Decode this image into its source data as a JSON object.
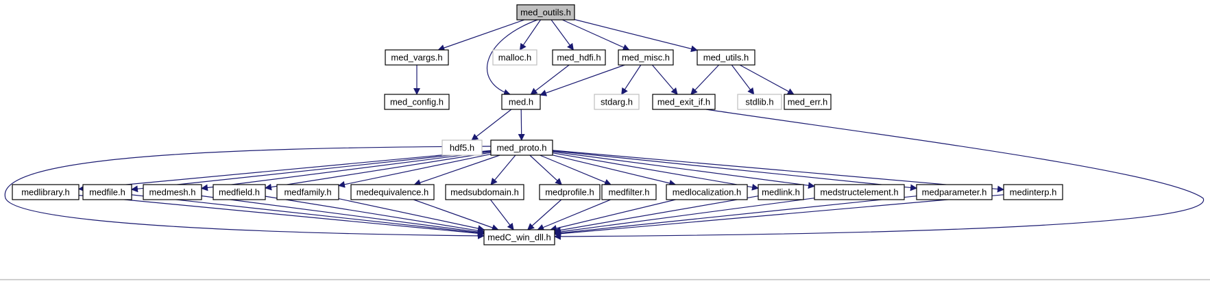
{
  "colors": {
    "edge": "#191970",
    "root_fill": "#bfbfbf",
    "node_fill": "#ffffff",
    "node_border": "#000000",
    "external_border": "#bfbfbf"
  },
  "nodes": [
    {
      "id": "med_outils",
      "label": "med_outils.h",
      "style": "root"
    },
    {
      "id": "med_vargs",
      "label": "med_vargs.h",
      "style": "normal"
    },
    {
      "id": "malloc",
      "label": "malloc.h",
      "style": "external"
    },
    {
      "id": "med_hdfi",
      "label": "med_hdfi.h",
      "style": "normal"
    },
    {
      "id": "med_misc",
      "label": "med_misc.h",
      "style": "normal"
    },
    {
      "id": "med_utils",
      "label": "med_utils.h",
      "style": "normal"
    },
    {
      "id": "med_config",
      "label": "med_config.h",
      "style": "normal"
    },
    {
      "id": "med",
      "label": "med.h",
      "style": "normal"
    },
    {
      "id": "stdarg",
      "label": "stdarg.h",
      "style": "external"
    },
    {
      "id": "med_exit_if",
      "label": "med_exit_if.h",
      "style": "normal"
    },
    {
      "id": "stdlib",
      "label": "stdlib.h",
      "style": "external"
    },
    {
      "id": "med_err",
      "label": "med_err.h",
      "style": "normal"
    },
    {
      "id": "hdf5",
      "label": "hdf5.h",
      "style": "external"
    },
    {
      "id": "med_proto",
      "label": "med_proto.h",
      "style": "normal"
    },
    {
      "id": "medlibrary",
      "label": "medlibrary.h",
      "style": "normal"
    },
    {
      "id": "medfile",
      "label": "medfile.h",
      "style": "normal"
    },
    {
      "id": "medmesh",
      "label": "medmesh.h",
      "style": "normal"
    },
    {
      "id": "medfield",
      "label": "medfield.h",
      "style": "normal"
    },
    {
      "id": "medfamily",
      "label": "medfamily.h",
      "style": "normal"
    },
    {
      "id": "medequivalence",
      "label": "medequivalence.h",
      "style": "normal"
    },
    {
      "id": "medsubdomain",
      "label": "medsubdomain.h",
      "style": "normal"
    },
    {
      "id": "medprofile",
      "label": "medprofile.h",
      "style": "normal"
    },
    {
      "id": "medfilter",
      "label": "medfilter.h",
      "style": "normal"
    },
    {
      "id": "medlocalization",
      "label": "medlocalization.h",
      "style": "normal"
    },
    {
      "id": "medlink",
      "label": "medlink.h",
      "style": "normal"
    },
    {
      "id": "medstructelement",
      "label": "medstructelement.h",
      "style": "normal"
    },
    {
      "id": "medparameter",
      "label": "medparameter.h",
      "style": "normal"
    },
    {
      "id": "medinterp",
      "label": "medinterp.h",
      "style": "normal"
    },
    {
      "id": "medC_win_dll",
      "label": "medC_win_dll.h",
      "style": "normal"
    }
  ],
  "edges": [
    {
      "from": "med_outils",
      "to": "med_vargs"
    },
    {
      "from": "med_outils",
      "to": "malloc"
    },
    {
      "from": "med_outils",
      "to": "med_hdfi"
    },
    {
      "from": "med_outils",
      "to": "med_misc"
    },
    {
      "from": "med_outils",
      "to": "med_utils"
    },
    {
      "from": "med_outils",
      "to": "med"
    },
    {
      "from": "med_vargs",
      "to": "med_config"
    },
    {
      "from": "med_hdfi",
      "to": "med"
    },
    {
      "from": "med_misc",
      "to": "med"
    },
    {
      "from": "med_misc",
      "to": "stdarg"
    },
    {
      "from": "med_misc",
      "to": "med_exit_if"
    },
    {
      "from": "med_utils",
      "to": "med_exit_if"
    },
    {
      "from": "med_utils",
      "to": "stdlib"
    },
    {
      "from": "med_utils",
      "to": "med_err"
    },
    {
      "from": "med_exit_if",
      "to": "medC_win_dll"
    },
    {
      "from": "med",
      "to": "hdf5"
    },
    {
      "from": "med",
      "to": "med_proto"
    },
    {
      "from": "med_proto",
      "to": "medlibrary"
    },
    {
      "from": "med_proto",
      "to": "medfile"
    },
    {
      "from": "med_proto",
      "to": "medmesh"
    },
    {
      "from": "med_proto",
      "to": "medfield"
    },
    {
      "from": "med_proto",
      "to": "medfamily"
    },
    {
      "from": "med_proto",
      "to": "medequivalence"
    },
    {
      "from": "med_proto",
      "to": "medsubdomain"
    },
    {
      "from": "med_proto",
      "to": "medprofile"
    },
    {
      "from": "med_proto",
      "to": "medfilter"
    },
    {
      "from": "med_proto",
      "to": "medlocalization"
    },
    {
      "from": "med_proto",
      "to": "medlink"
    },
    {
      "from": "med_proto",
      "to": "medstructelement"
    },
    {
      "from": "med_proto",
      "to": "medparameter"
    },
    {
      "from": "med_proto",
      "to": "medinterp"
    },
    {
      "from": "med_proto",
      "to": "medC_win_dll"
    },
    {
      "from": "medlibrary",
      "to": "medC_win_dll"
    },
    {
      "from": "medfile",
      "to": "medC_win_dll"
    },
    {
      "from": "medmesh",
      "to": "medC_win_dll"
    },
    {
      "from": "medfield",
      "to": "medC_win_dll"
    },
    {
      "from": "medfamily",
      "to": "medC_win_dll"
    },
    {
      "from": "medequivalence",
      "to": "medC_win_dll"
    },
    {
      "from": "medsubdomain",
      "to": "medC_win_dll"
    },
    {
      "from": "medprofile",
      "to": "medC_win_dll"
    },
    {
      "from": "medfilter",
      "to": "medC_win_dll"
    },
    {
      "from": "medlocalization",
      "to": "medC_win_dll"
    },
    {
      "from": "medlink",
      "to": "medC_win_dll"
    },
    {
      "from": "medstructelement",
      "to": "medC_win_dll"
    },
    {
      "from": "medparameter",
      "to": "medC_win_dll"
    },
    {
      "from": "medinterp",
      "to": "medC_win_dll"
    }
  ]
}
